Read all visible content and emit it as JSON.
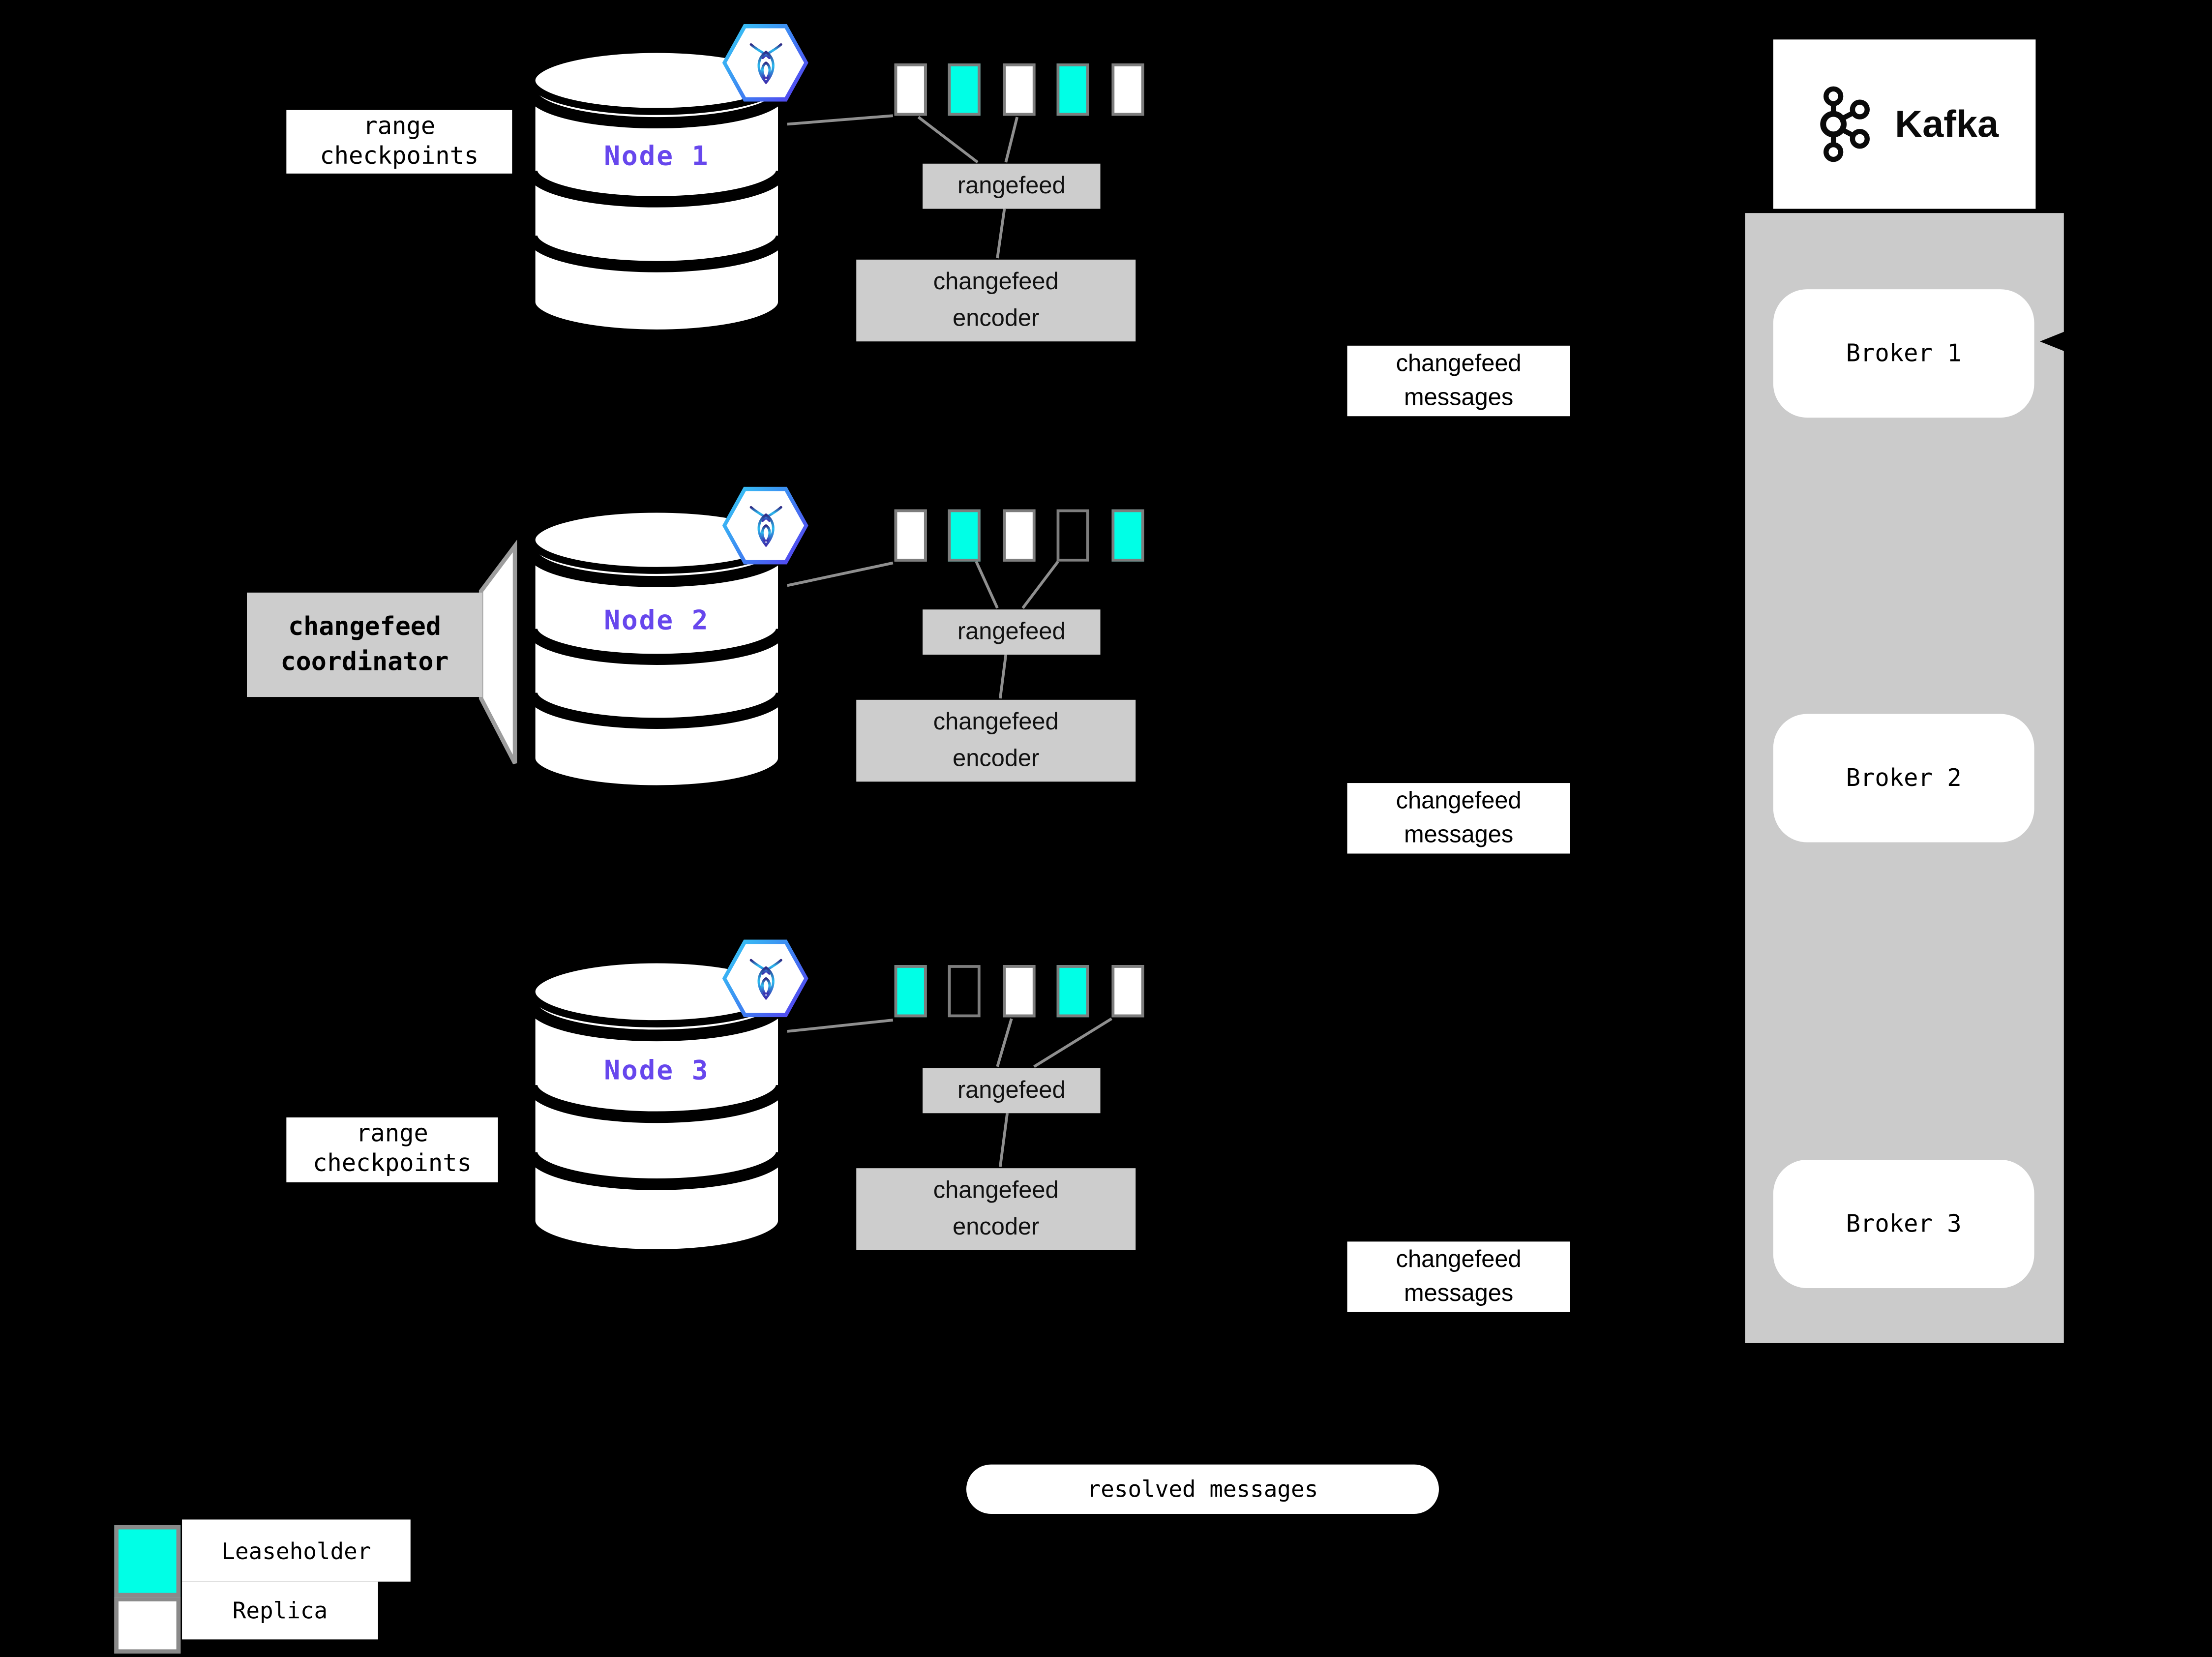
{
  "nodes": [
    {
      "name": "Node 1",
      "checkpoint_label": "range checkpoints",
      "ranges": [
        "replica",
        "leaseholder",
        "replica",
        "leaseholder",
        "replica"
      ],
      "rangefeed": "rangefeed",
      "encoder": "changefeed encoder",
      "messages": "changefeed messages"
    },
    {
      "name": "Node 2",
      "coordinator_label": "changefeed coordinator",
      "ranges": [
        "replica",
        "leaseholder",
        "replica",
        "outline",
        "leaseholder"
      ],
      "rangefeed": "rangefeed",
      "encoder": "changefeed encoder",
      "messages": "changefeed messages"
    },
    {
      "name": "Node 3",
      "checkpoint_label": "range checkpoints",
      "ranges": [
        "leaseholder",
        "outline",
        "replica",
        "leaseholder",
        "replica"
      ],
      "rangefeed": "rangefeed",
      "encoder": "changefeed encoder",
      "messages": "changefeed messages"
    }
  ],
  "kafka": {
    "title": "Kafka",
    "brokers": [
      {
        "label": "Broker 1"
      },
      {
        "label": "Broker 2"
      },
      {
        "label": "Broker 3"
      }
    ]
  },
  "flow_labels": {
    "resolved": "resolved messages"
  },
  "legend": {
    "items": [
      {
        "kind": "leaseholder",
        "label": "Leaseholder"
      },
      {
        "kind": "replica",
        "label": "Replica"
      }
    ]
  },
  "colors": {
    "background": "#000000",
    "leaseholder": "#00FFE6",
    "replica": "#FFFFFF",
    "node_name_purple": "#6747ED",
    "box_gray": "#CDCDCD",
    "panel_gray": "#CBCBCB",
    "connector_gray": "#8F8F8F"
  }
}
